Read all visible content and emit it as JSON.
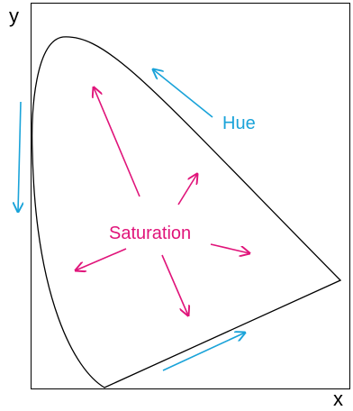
{
  "labels": {
    "y_axis": "y",
    "x_axis": "x",
    "hue": "Hue",
    "saturation": "Saturation"
  },
  "colors": {
    "hue": "#1aa3d9",
    "saturation": "#e0147a",
    "outline": "#000000",
    "background": "#ffffff"
  }
}
